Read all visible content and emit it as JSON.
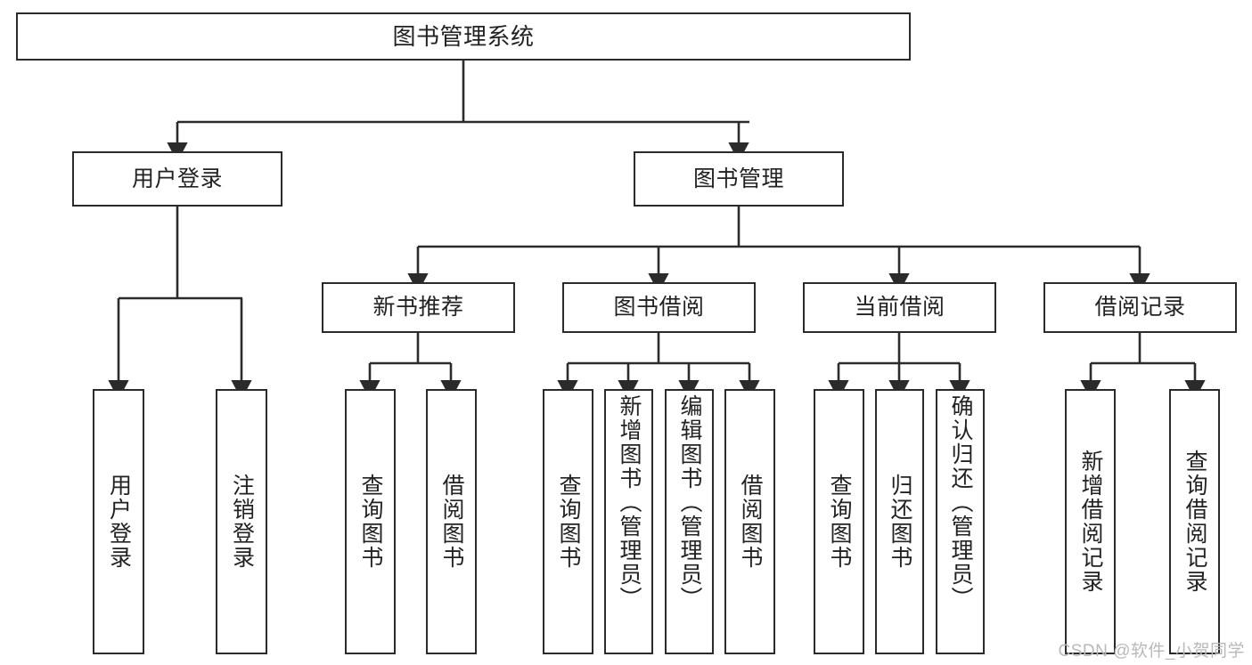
{
  "diagram": {
    "title": "图书管理系统",
    "type": "tree-hierarchy",
    "stroke_color": "#2b2b2b",
    "background_color": "#ffffff",
    "text_color": "#222222",
    "nodes": {
      "root": {
        "label": "图书管理系统"
      },
      "level2": [
        {
          "label": "用户登录"
        },
        {
          "label": "图书管理"
        }
      ],
      "level3": [
        {
          "label": "新书推荐"
        },
        {
          "label": "图书借阅"
        },
        {
          "label": "当前借阅"
        },
        {
          "label": "借阅记录"
        }
      ],
      "leaves": {
        "user_login": [
          {
            "label": "用户登录"
          },
          {
            "label": "注销登录"
          }
        ],
        "new_book_recommend": [
          {
            "label": "查询图书"
          },
          {
            "label": "借阅图书"
          }
        ],
        "book_borrow": [
          {
            "label": "查询图书"
          },
          {
            "label": "新增图书（管理员）"
          },
          {
            "label": "编辑图书（管理员）"
          },
          {
            "label": "借阅图书"
          }
        ],
        "current_borrow": [
          {
            "label": "查询图书"
          },
          {
            "label": "归还图书"
          },
          {
            "label": "确认归还（管理员）"
          }
        ],
        "borrow_record": [
          {
            "label": "新增借阅记录"
          },
          {
            "label": "查询借阅记录"
          }
        ]
      }
    },
    "watermark": "CSDN @软件_小贺同学"
  }
}
